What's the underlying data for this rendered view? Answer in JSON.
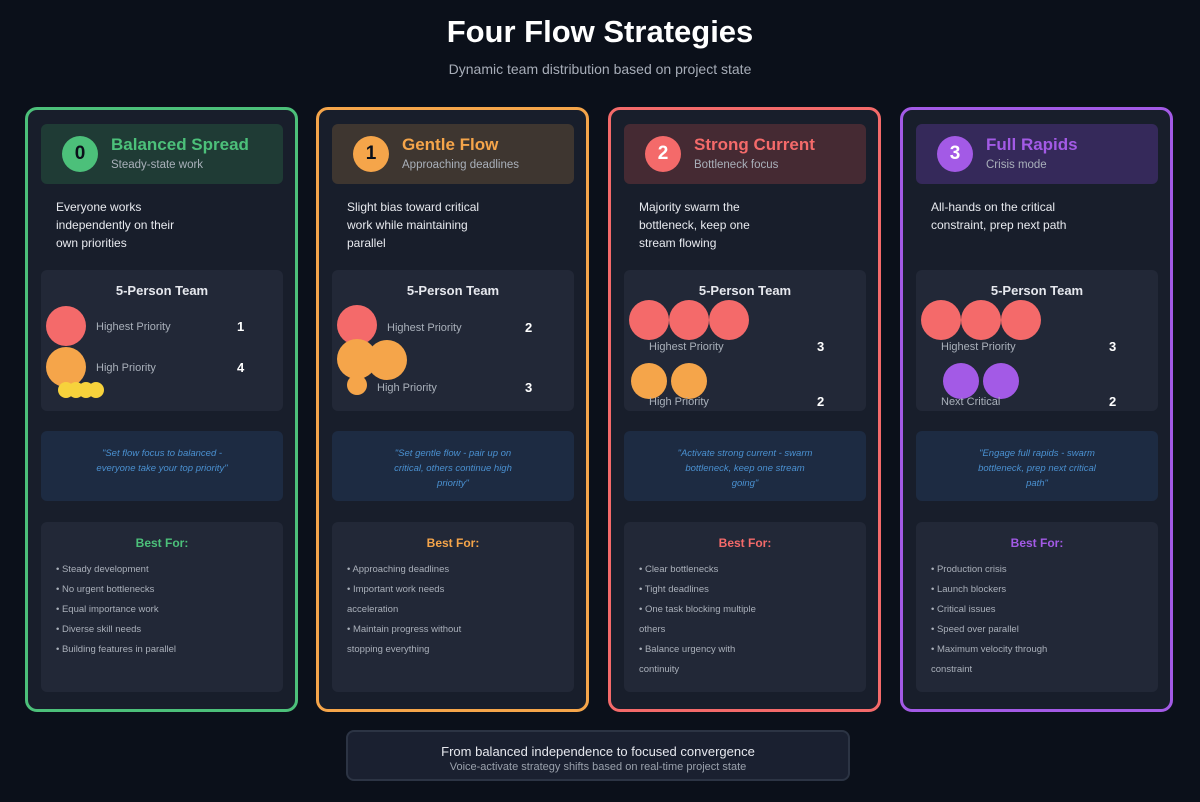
{
  "title": "Four Flow Strategies",
  "subtitle": "Dynamic team distribution based on project state",
  "colors": {
    "green": "#4cc07a",
    "orange": "#f5a54a",
    "red": "#f46a6a",
    "purple": "#a35ae6",
    "yellow": "#f7d23c"
  },
  "cards": [
    {
      "number": "0",
      "name": "Balanced Spread",
      "tagline": "Steady-state work",
      "description": "Everyone works independently on their own priorities",
      "team_title": "5-Person Team",
      "groups": [
        {
          "label": "Highest Priority",
          "count": "1"
        },
        {
          "label": "High Priority",
          "count": "4"
        }
      ],
      "quote": "\"Set flow focus to balanced - everyone take your top priority\"",
      "best_for_title": "Best For:",
      "best_for": [
        "• Steady development",
        "• No urgent bottlenecks",
        "• Equal importance work",
        "• Diverse skill needs",
        "• Building features in parallel"
      ]
    },
    {
      "number": "1",
      "name": "Gentle Flow",
      "tagline": "Approaching deadlines",
      "description": "Slight bias toward critical work while maintaining parallel",
      "team_title": "5-Person Team",
      "groups": [
        {
          "label": "Highest Priority",
          "count": "2"
        },
        {
          "label": "High Priority",
          "count": "3"
        }
      ],
      "quote": "\"Set gentle flow - pair up on critical, others continue high priority\"",
      "best_for_title": "Best For:",
      "best_for": [
        "• Approaching deadlines",
        "• Important work needs acceleration",
        "• Maintain progress without stopping everything"
      ]
    },
    {
      "number": "2",
      "name": "Strong Current",
      "tagline": "Bottleneck focus",
      "description": "Majority swarm the bottleneck, keep one stream flowing",
      "team_title": "5-Person Team",
      "groups": [
        {
          "label": "Highest Priority",
          "count": "3"
        },
        {
          "label": "High Priority",
          "count": "2"
        }
      ],
      "quote": "\"Activate strong current - swarm bottleneck, keep one stream going\"",
      "best_for_title": "Best For:",
      "best_for": [
        "• Clear bottlenecks",
        "• Tight deadlines",
        "• One task blocking multiple others",
        "• Balance urgency with continuity"
      ]
    },
    {
      "number": "3",
      "name": "Full Rapids",
      "tagline": "Crisis mode",
      "description": "All-hands on the critical constraint, prep next path",
      "team_title": "5-Person Team",
      "groups": [
        {
          "label": "Highest Priority",
          "count": "3"
        },
        {
          "label": "Next Critical",
          "count": "2"
        }
      ],
      "quote": "\"Engage full rapids - swarm bottleneck, prep next critical path\"",
      "best_for_title": "Best For:",
      "best_for": [
        "• Production crisis",
        "• Launch blockers",
        "• Critical issues",
        "• Speed over parallel",
        "• Maximum velocity through constraint"
      ]
    }
  ],
  "footer": {
    "main": "From balanced independence to focused convergence",
    "sub": "Voice-activate strategy shifts based on real-time project state"
  }
}
